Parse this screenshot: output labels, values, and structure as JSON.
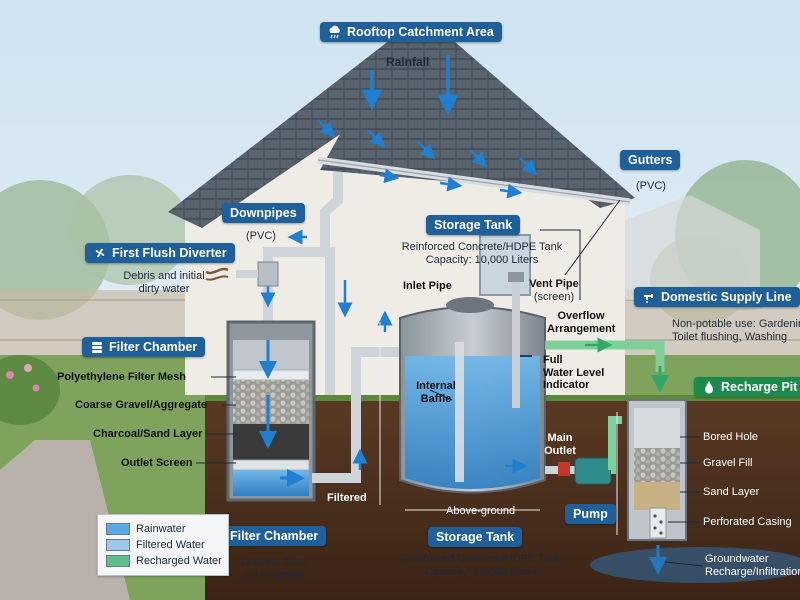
{
  "callouts": {
    "catchment": "Rooftop Catchment Area",
    "gutters": "Gutters",
    "downpipes": "Downpipes",
    "first_flush": "First Flush Diverter",
    "storage_tank_top": "Storage Tank",
    "filter_chamber_side": "Filter Chamber",
    "domestic_supply": "Domestic Supply Line",
    "recharge_pit": "Recharge Pit",
    "filter_chamber_bottom": "Filter Chamber",
    "storage_tank_bottom": "Storage Tank",
    "pump": "Pump"
  },
  "labels": {
    "rainfall": "Rainfall",
    "gutters_sub": "(PVC)",
    "downpipes_sub": "(PVC)",
    "first_flush_sub_1": "Debris and initial",
    "first_flush_sub_2": "dirty water",
    "tank_top_sub_1": "Reinforced Concrete/HDPE Tank",
    "tank_top_sub_2": "Capacity: 10,000 Liters",
    "inlet_pipe": "Inlet Pipe",
    "vent_pipe": "Vent Pipe",
    "vent_pipe_sub": "(screen)",
    "overflow_1": "Overflow",
    "overflow_2": "Arrangement",
    "full": "Full",
    "water_level_1": "Water Level",
    "water_level_2": "Indicator",
    "internal_baffle_1": "Internal",
    "internal_baffle_2": "Baffle",
    "main_outlet_1": "Main",
    "main_outlet_2": "Outlet",
    "above_ground": "Above-ground",
    "filtered": "Filtered",
    "domestic_sub_1": "Non-potable use: Gardening,",
    "domestic_sub_2": "Toilet flushing, Washing",
    "bored_hole": "Bored Hole",
    "gravel_fill": "Gravel Fill",
    "sand_layer": "Sand Layer",
    "perforated_casing": "Perforated Casing",
    "groundwater_1": "Groundwater",
    "groundwater_2": "Recharge/Infiltration",
    "filter_mesh": "Polyethylene Filter Mesh",
    "coarse_gravel": "Coarse Gravel/Aggregate",
    "charcoal_sand": "Charcoal/Sand Layer",
    "outlet_screen": "Outlet Screen",
    "filter_bottom_sub_1": "Leaves, dust,",
    "filter_bottom_sub_2": "silt removed",
    "tank_bottom_sub_1": "Reinforced Concrete/HDPE Tank",
    "tank_bottom_sub_2": "Capacity: 10,000 Liters"
  },
  "legend": [
    {
      "label": "Rainwater",
      "color": "#5aa9e6"
    },
    {
      "label": "Filtered Water",
      "color": "#9cc9ea"
    },
    {
      "label": "Recharged Water",
      "color": "#5fbf8a"
    }
  ],
  "colors": {
    "callout_blue": "#1f5f9a",
    "callout_green": "#1d8a4d",
    "water": "#4a9ad8",
    "pipe": "#d9dde1",
    "green_pipe": "#7fcf9a",
    "soil": "#4a3020",
    "sky": "#dcebf5",
    "roof": "#4e5a66"
  },
  "icons": {
    "catchment": "cloud-rain-icon",
    "first_flush": "fan-icon",
    "filter_chamber": "filter-layers-icon",
    "domestic_supply": "faucet-icon",
    "recharge_pit": "water-drop-icon"
  }
}
